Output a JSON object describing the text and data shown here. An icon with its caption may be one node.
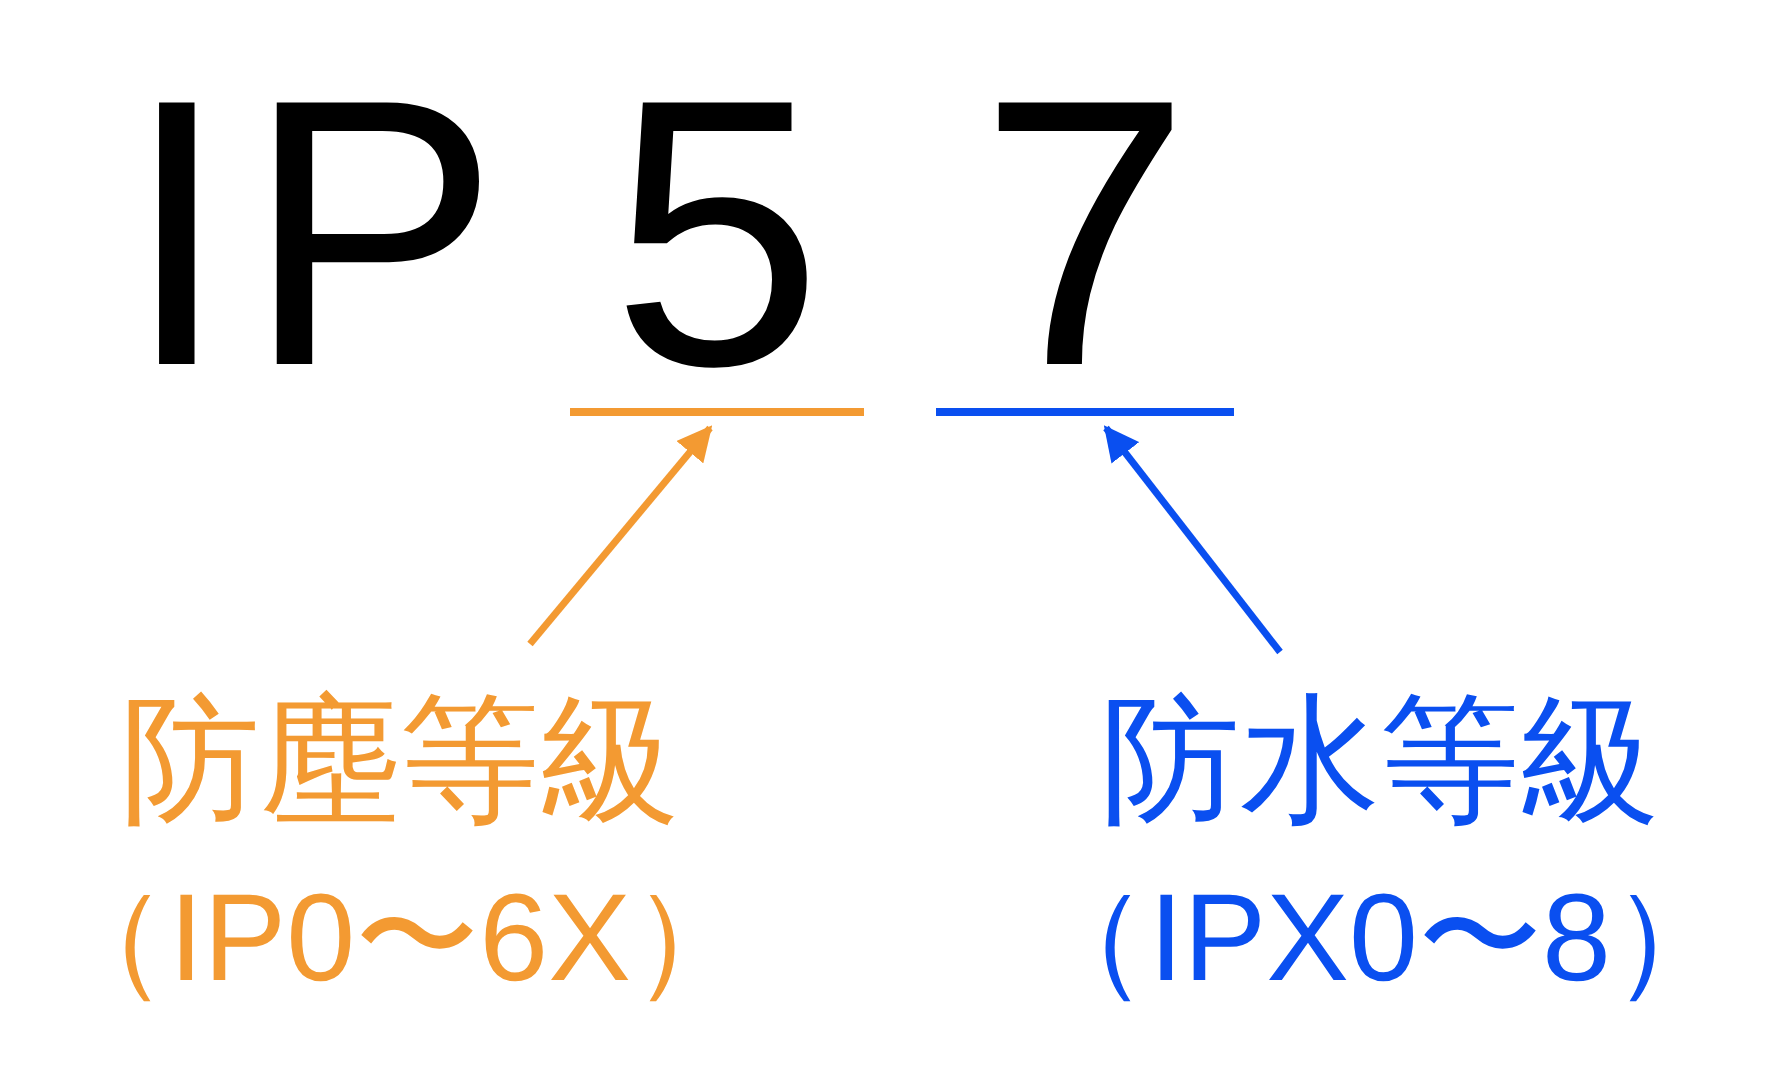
{
  "diagram": {
    "nodes": [
      {
        "text": [
          "5"
        ]
      },
      {
        "text": [
          "7"
        ]
      },
      {
        "text": [
          "防塵等級",
          "（IP0〜6X）"
        ]
      },
      {
        "text": [
          "防水等級",
          "（IPX0〜8）"
        ]
      }
    ],
    "edges": [
      {
        "from": 2,
        "to": 0,
        "arrow": "to",
        "color": "#f39a32"
      },
      {
        "from": 3,
        "to": 1,
        "arrow": "to",
        "color": "#0a4ff0"
      }
    ],
    "labels": [
      "IP"
    ]
  }
}
